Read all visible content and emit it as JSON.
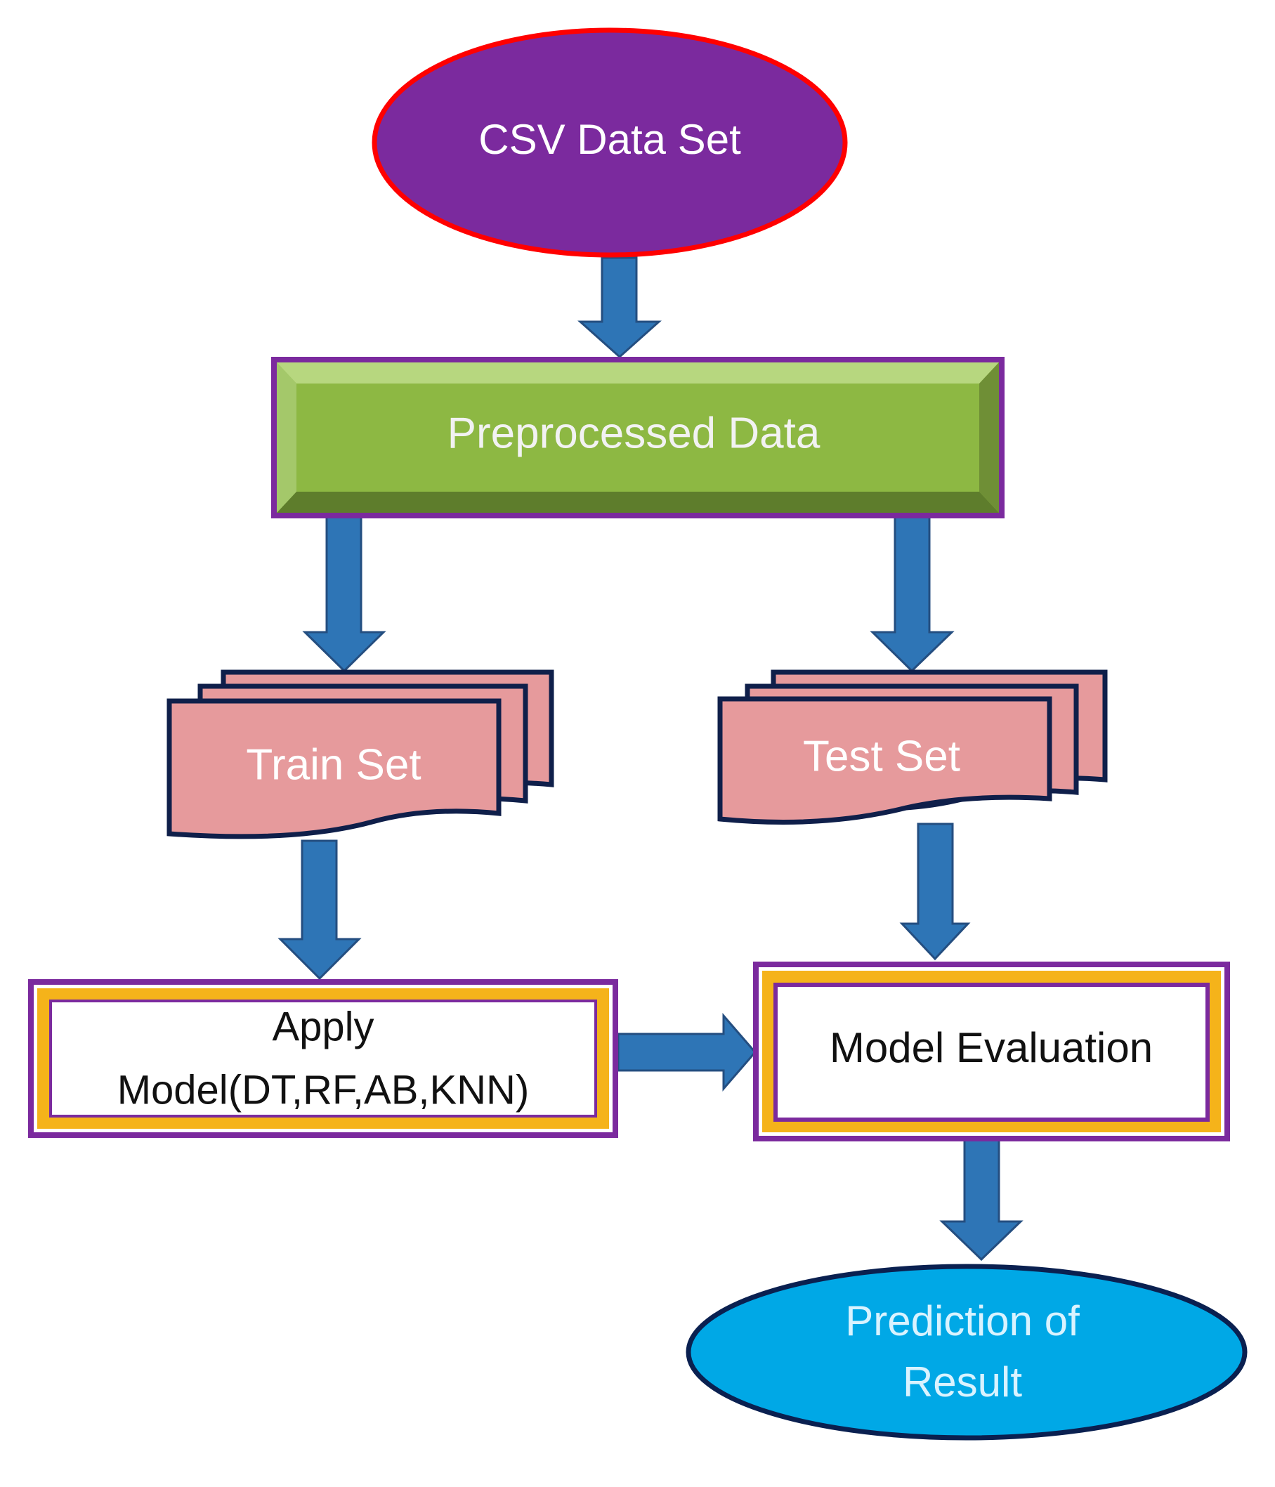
{
  "diagram": {
    "type": "flowchart",
    "nodes": {
      "csv": {
        "label": "CSV Data Set",
        "shape": "ellipse",
        "fill": "#7B2A9E",
        "stroke": "#FF0000",
        "text_color": "#FFFFFF"
      },
      "preprocessed": {
        "label": "Preprocessed Data",
        "shape": "bevel-rectangle",
        "fill": "#8DB843",
        "stroke": "#7B2A9E",
        "text_color": "#F2F2F2"
      },
      "train": {
        "label": "Train Set",
        "shape": "multi-document",
        "fill": "#E69A9C",
        "stroke": "#0F1F4A",
        "text_color": "#FFFFFF"
      },
      "test": {
        "label": "Test Set",
        "shape": "multi-document",
        "fill": "#E69A9C",
        "stroke": "#0F1F4A",
        "text_color": "#FFFFFF"
      },
      "apply": {
        "label_line1": "Apply",
        "label_line2": "Model(DT,RF,AB,KNN)",
        "shape": "rectangle",
        "fill": "#FFFFFF",
        "stroke": "#F5B31A",
        "inner_stroke": "#7B2A9E",
        "text_color": "#111111"
      },
      "evaluation": {
        "label": "Model Evaluation",
        "shape": "rectangle",
        "fill": "#FFFFFF",
        "stroke": "#F5B31A",
        "inner_stroke": "#7B2A9E",
        "text_color": "#111111"
      },
      "prediction": {
        "label_line1": "Prediction of",
        "label_line2": "Result",
        "shape": "ellipse",
        "fill": "#00A8E6",
        "stroke": "#0A2050",
        "text_color": "#D9F3FF"
      }
    },
    "edges": [
      {
        "from": "csv",
        "to": "preprocessed"
      },
      {
        "from": "preprocessed",
        "to": "train"
      },
      {
        "from": "preprocessed",
        "to": "test"
      },
      {
        "from": "train",
        "to": "apply"
      },
      {
        "from": "test",
        "to": "evaluation"
      },
      {
        "from": "apply",
        "to": "evaluation"
      },
      {
        "from": "evaluation",
        "to": "prediction"
      }
    ],
    "arrow_color": "#2E75B6",
    "arrow_stroke": "#244E80"
  }
}
